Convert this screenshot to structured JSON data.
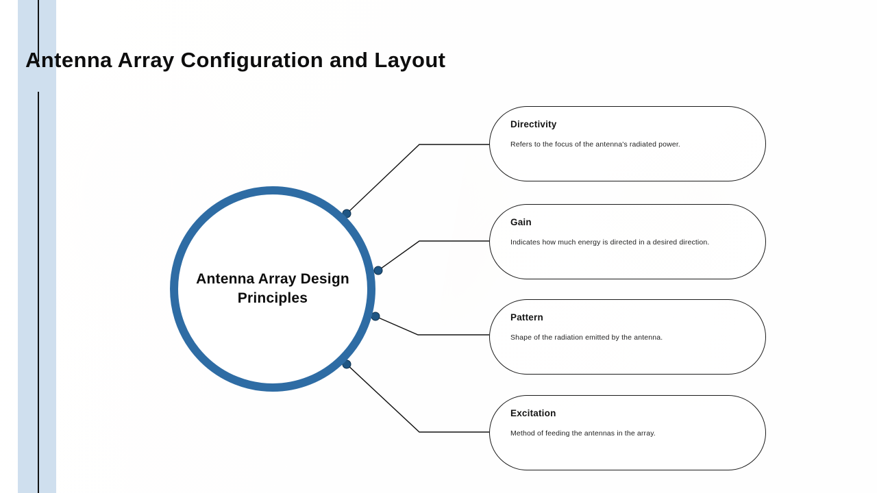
{
  "slide": {
    "title": "Antenna Array Configuration and Layout",
    "accent_blue": "#2e6ca4",
    "band_blue": "#cfdfee",
    "rule_color": "#111111",
    "card_border": "#1a1a1a",
    "text_color": "#0d0d0d"
  },
  "hub": {
    "label": "Antenna Array Design Principles"
  },
  "cards": [
    {
      "title": "Directivity",
      "description": "Refers to the focus of the antenna's radiated power."
    },
    {
      "title": "Gain",
      "description": "Indicates how much energy is directed in a desired direction."
    },
    {
      "title": "Pattern",
      "description": "Shape of the radiation emitted by the antenna."
    },
    {
      "title": "Excitation",
      "description": "Method of feeding the antennas in the array."
    }
  ]
}
